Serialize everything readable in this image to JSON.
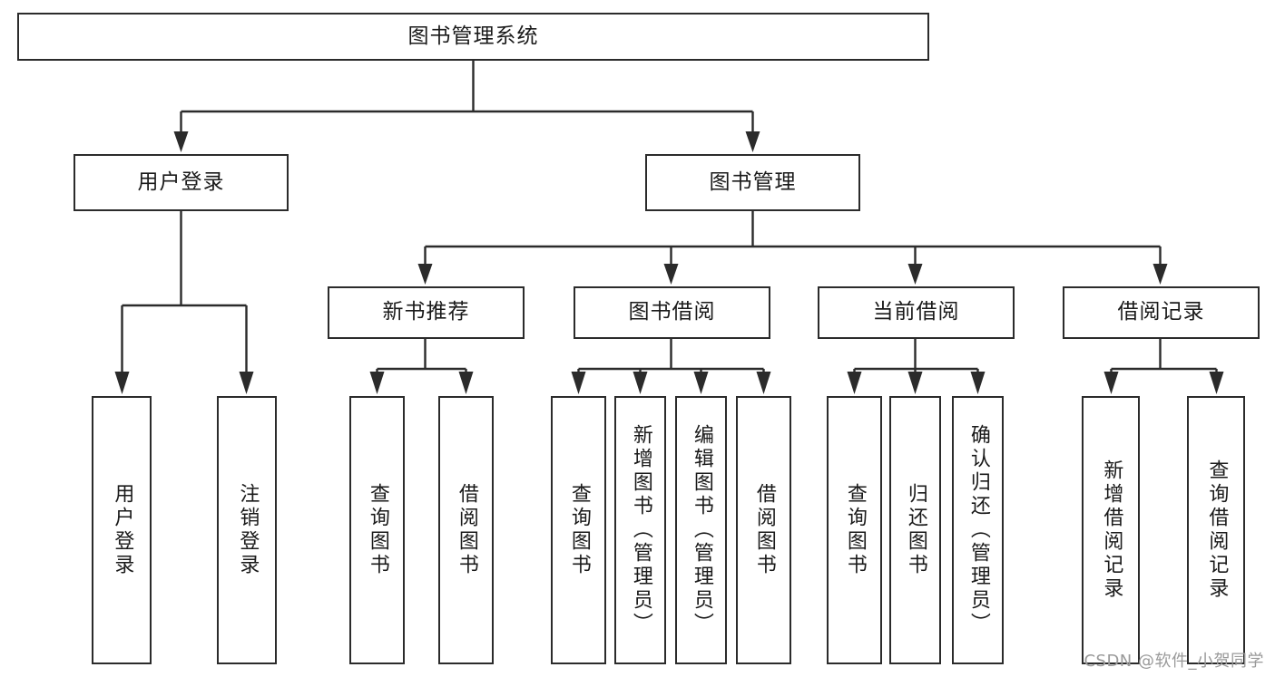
{
  "diagram": {
    "title": "图书管理系统",
    "watermark": "CSDN @软件_小贺同学",
    "line_color": "#2b2b2b",
    "text_color": "#1a1a1a",
    "background_color": "#ffffff",
    "nodes": {
      "root": {
        "label": "图书管理系统"
      },
      "level1": [
        {
          "label": "用户登录"
        },
        {
          "label": "图书管理"
        }
      ],
      "level2": [
        {
          "label": "新书推荐"
        },
        {
          "label": "图书借阅"
        },
        {
          "label": "当前借阅"
        },
        {
          "label": "借阅记录"
        }
      ],
      "leaves": {
        "user_login": [
          {
            "label": "用户登录"
          },
          {
            "label": "注销登录"
          }
        ],
        "new_book_recommend": [
          {
            "label": "查询图书"
          },
          {
            "label": "借阅图书"
          }
        ],
        "book_borrow": [
          {
            "label": "查询图书"
          },
          {
            "label": "新增图书（管理员）"
          },
          {
            "label": "编辑图书（管理员）"
          },
          {
            "label": "借阅图书"
          }
        ],
        "current_borrow": [
          {
            "label": "查询图书"
          },
          {
            "label": "归还图书"
          },
          {
            "label": "确认归还（管理员）"
          }
        ],
        "borrow_record": [
          {
            "label": "新增借阅记录"
          },
          {
            "label": "查询借阅记录"
          }
        ]
      }
    }
  }
}
